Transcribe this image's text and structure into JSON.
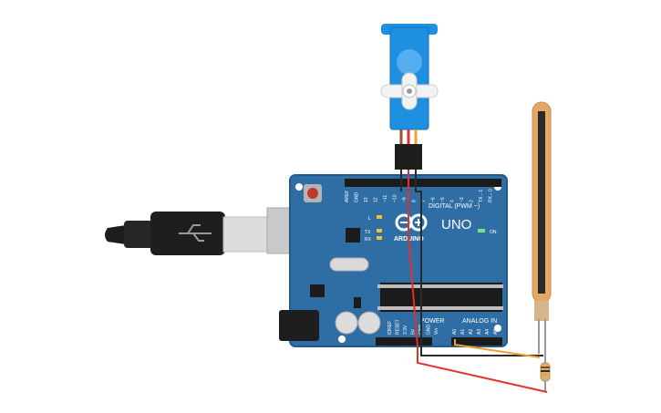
{
  "board": {
    "brand": "ARDUINO",
    "model": "UNO",
    "digital_header_label": "DIGITAL (PWM ~)",
    "power_header_label": "POWER",
    "analog_header_label": "ANALOG IN",
    "on_label": "ON",
    "tx_label": "TX",
    "rx_label": "RX",
    "l_label": "L",
    "digital_pins": [
      "AREF",
      "GND",
      "13",
      "12",
      "~11",
      "~10",
      "~9",
      "8",
      "7",
      "~6",
      "~5",
      "4",
      "~3",
      "2",
      "TX→1",
      "RX←0"
    ],
    "power_pins": [
      "IOREF",
      "RESET",
      "3.3V",
      "5V",
      "GND",
      "GND",
      "Vin"
    ],
    "analog_pins": [
      "A0",
      "A1",
      "A2",
      "A3",
      "A4",
      "A5"
    ]
  },
  "colors": {
    "board": "#2f6ea4",
    "board_edge": "#245a88",
    "wire_red": "#e0312b",
    "wire_orange": "#f0a030",
    "wire_black": "#2a2a2a",
    "servo": "#1f8fe0",
    "flex_sensor": "#e2a866"
  },
  "components": [
    "usb-cable",
    "arduino-uno",
    "micro-servo",
    "flex-sensor",
    "resistor"
  ]
}
